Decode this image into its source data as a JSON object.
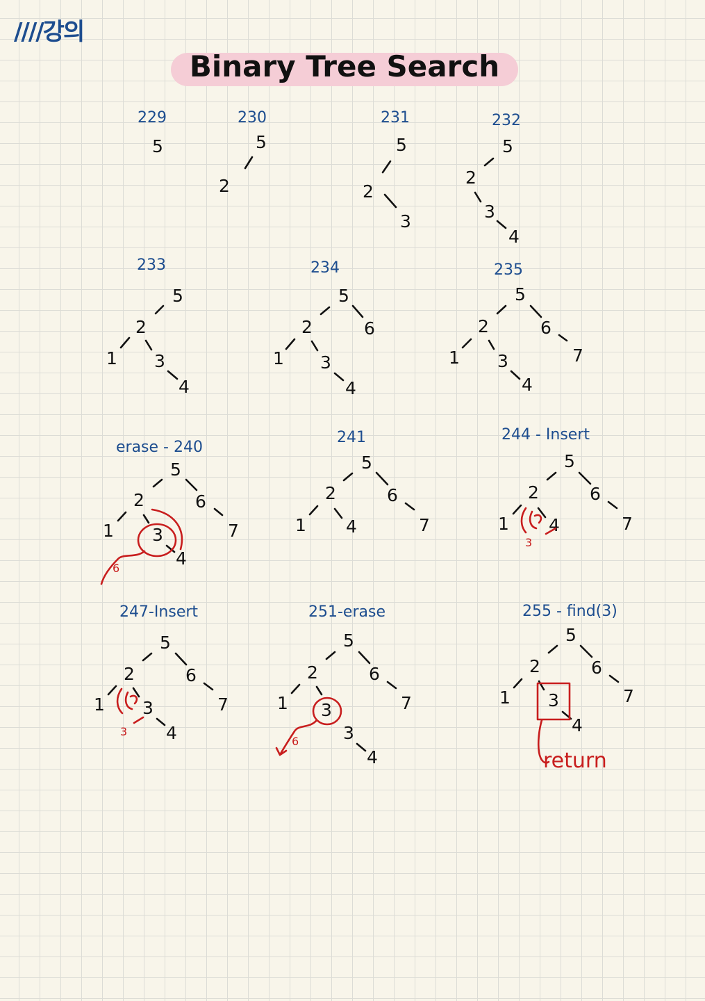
{
  "corner_note": "////강의",
  "title": "Binary Tree Search",
  "trees": [
    {
      "label": "229",
      "nodes": [
        "5"
      ]
    },
    {
      "label": "230",
      "nodes": [
        "5",
        "2"
      ]
    },
    {
      "label": "231",
      "nodes": [
        "5",
        "2",
        "3"
      ]
    },
    {
      "label": "232",
      "nodes": [
        "5",
        "2",
        "3",
        "4"
      ]
    },
    {
      "label": "233",
      "nodes": [
        "5",
        "2",
        "1",
        "3",
        "4"
      ]
    },
    {
      "label": "234",
      "nodes": [
        "5",
        "2",
        "6",
        "1",
        "3",
        "4"
      ]
    },
    {
      "label": "235",
      "nodes": [
        "5",
        "2",
        "6",
        "7",
        "1",
        "3",
        "4"
      ]
    },
    {
      "label": "erase - 240",
      "nodes": [
        "5",
        "2",
        "6",
        "7",
        "1",
        "3",
        "4"
      ],
      "marks": [
        "6"
      ]
    },
    {
      "label": "241",
      "nodes": [
        "5",
        "2",
        "6",
        "7",
        "1",
        "4"
      ]
    },
    {
      "label": "244 - Insert",
      "nodes": [
        "5",
        "2",
        "6",
        "7",
        "1",
        "4"
      ],
      "marks": [
        "3"
      ]
    },
    {
      "label": "247-Insert",
      "nodes": [
        "5",
        "2",
        "6",
        "7",
        "1",
        "3",
        "4"
      ],
      "marks": [
        "3"
      ]
    },
    {
      "label": "251-erase",
      "nodes": [
        "5",
        "2",
        "6",
        "7",
        "1",
        "3",
        "3",
        "4"
      ],
      "marks": [
        "6"
      ]
    },
    {
      "label": "255 - find(3)",
      "nodes": [
        "5",
        "2",
        "6",
        "7",
        "1",
        "3",
        "4"
      ],
      "marks": [
        "return"
      ]
    }
  ]
}
